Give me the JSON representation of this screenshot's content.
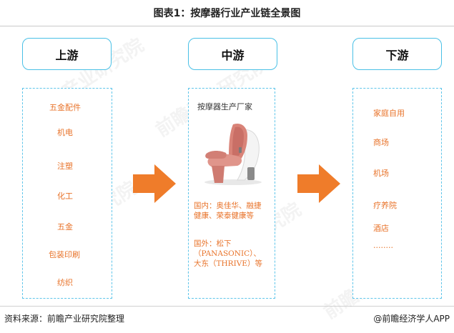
{
  "title": "图表1：按摩器行业产业链全景图",
  "upstream": {
    "header": "上游",
    "items": [
      "五金配件",
      "机电",
      "注塑",
      "化工",
      "五金",
      "包装印刷",
      "纺织"
    ]
  },
  "midstream": {
    "header": "中游",
    "caption": "按摩器生产厂家",
    "domestic": "国内：奥佳华、融捷健康、荣泰健康等",
    "foreign": "国外：松下（PANASONIC）、大东（THRIVE）等"
  },
  "downstream": {
    "header": "下游",
    "items": [
      "家庭自用",
      "商场",
      "机场",
      "疗养院",
      "酒店",
      "........"
    ]
  },
  "footer": {
    "source": "资料来源：前瞻产业研究院整理",
    "credit": "@前瞻经济学人APP"
  },
  "watermark": "前瞻产业研究院",
  "colors": {
    "accent_orange": "#e8732a",
    "box_border_blue": "#49c0e6"
  }
}
